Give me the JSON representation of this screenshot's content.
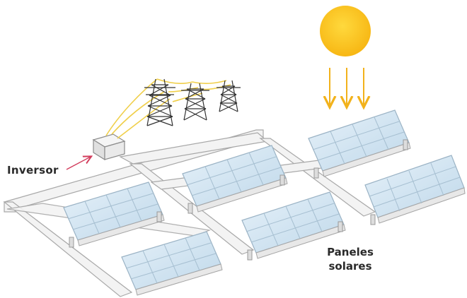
{
  "labels": {
    "inverter": "Inversor",
    "panels_line1": "Paneles",
    "panels_line2": "solares"
  },
  "colors": {
    "sun": "#f9c11a",
    "sun_rays": "#f2b21b",
    "cable": "#f0cf4a",
    "pointer_arrow": "#d23c5c",
    "panel_glass": "#d3e6f3",
    "frame": "#f0f0f0",
    "frame_stroke": "#a9a9a9",
    "tower": "#333333"
  },
  "icons": {
    "sun": "sun-icon",
    "inverter": "inverter-box",
    "towers": "transmission-tower-icon"
  }
}
